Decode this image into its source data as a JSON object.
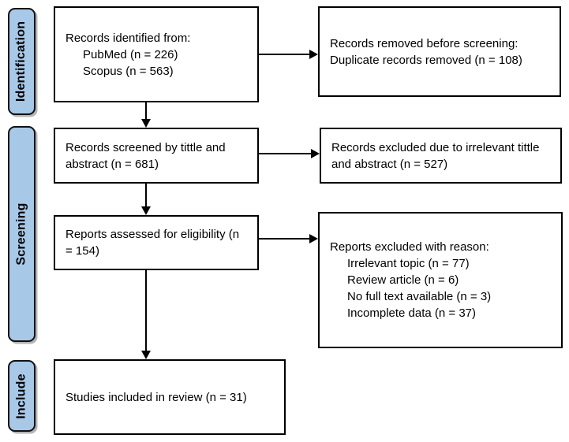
{
  "sidebar": {
    "identification": "Identification",
    "screening": "Screening",
    "include": "Include"
  },
  "boxes": {
    "identified": {
      "title": "Records identified from:",
      "items": [
        "PubMed (n = 226)",
        "Scopus (n = 563)"
      ]
    },
    "removed_before_screening": {
      "lines": [
        "Records removed before screening:",
        "Duplicate records removed (n = 108)"
      ]
    },
    "screened": {
      "text": "Records screened by tittle and abstract (n = 681)"
    },
    "excluded_title_abstract": {
      "text": "Records excluded due to irrelevant tittle and abstract (n = 527)"
    },
    "assessed": {
      "text": "Reports assessed for eligibility (n = 154)"
    },
    "excluded_with_reason": {
      "title": "Reports excluded with reason:",
      "items": [
        "Irrelevant topic (n = 77)",
        "Review article (n = 6)",
        "No full text available (n = 3)",
        "Incomplete data (n = 37)"
      ]
    },
    "included": {
      "text": "Studies included in review (n = 31)"
    }
  },
  "colors": {
    "stage_label_fill": "#A8C8E8",
    "box_border": "#000000",
    "box_fill": "#FFFFFF"
  }
}
